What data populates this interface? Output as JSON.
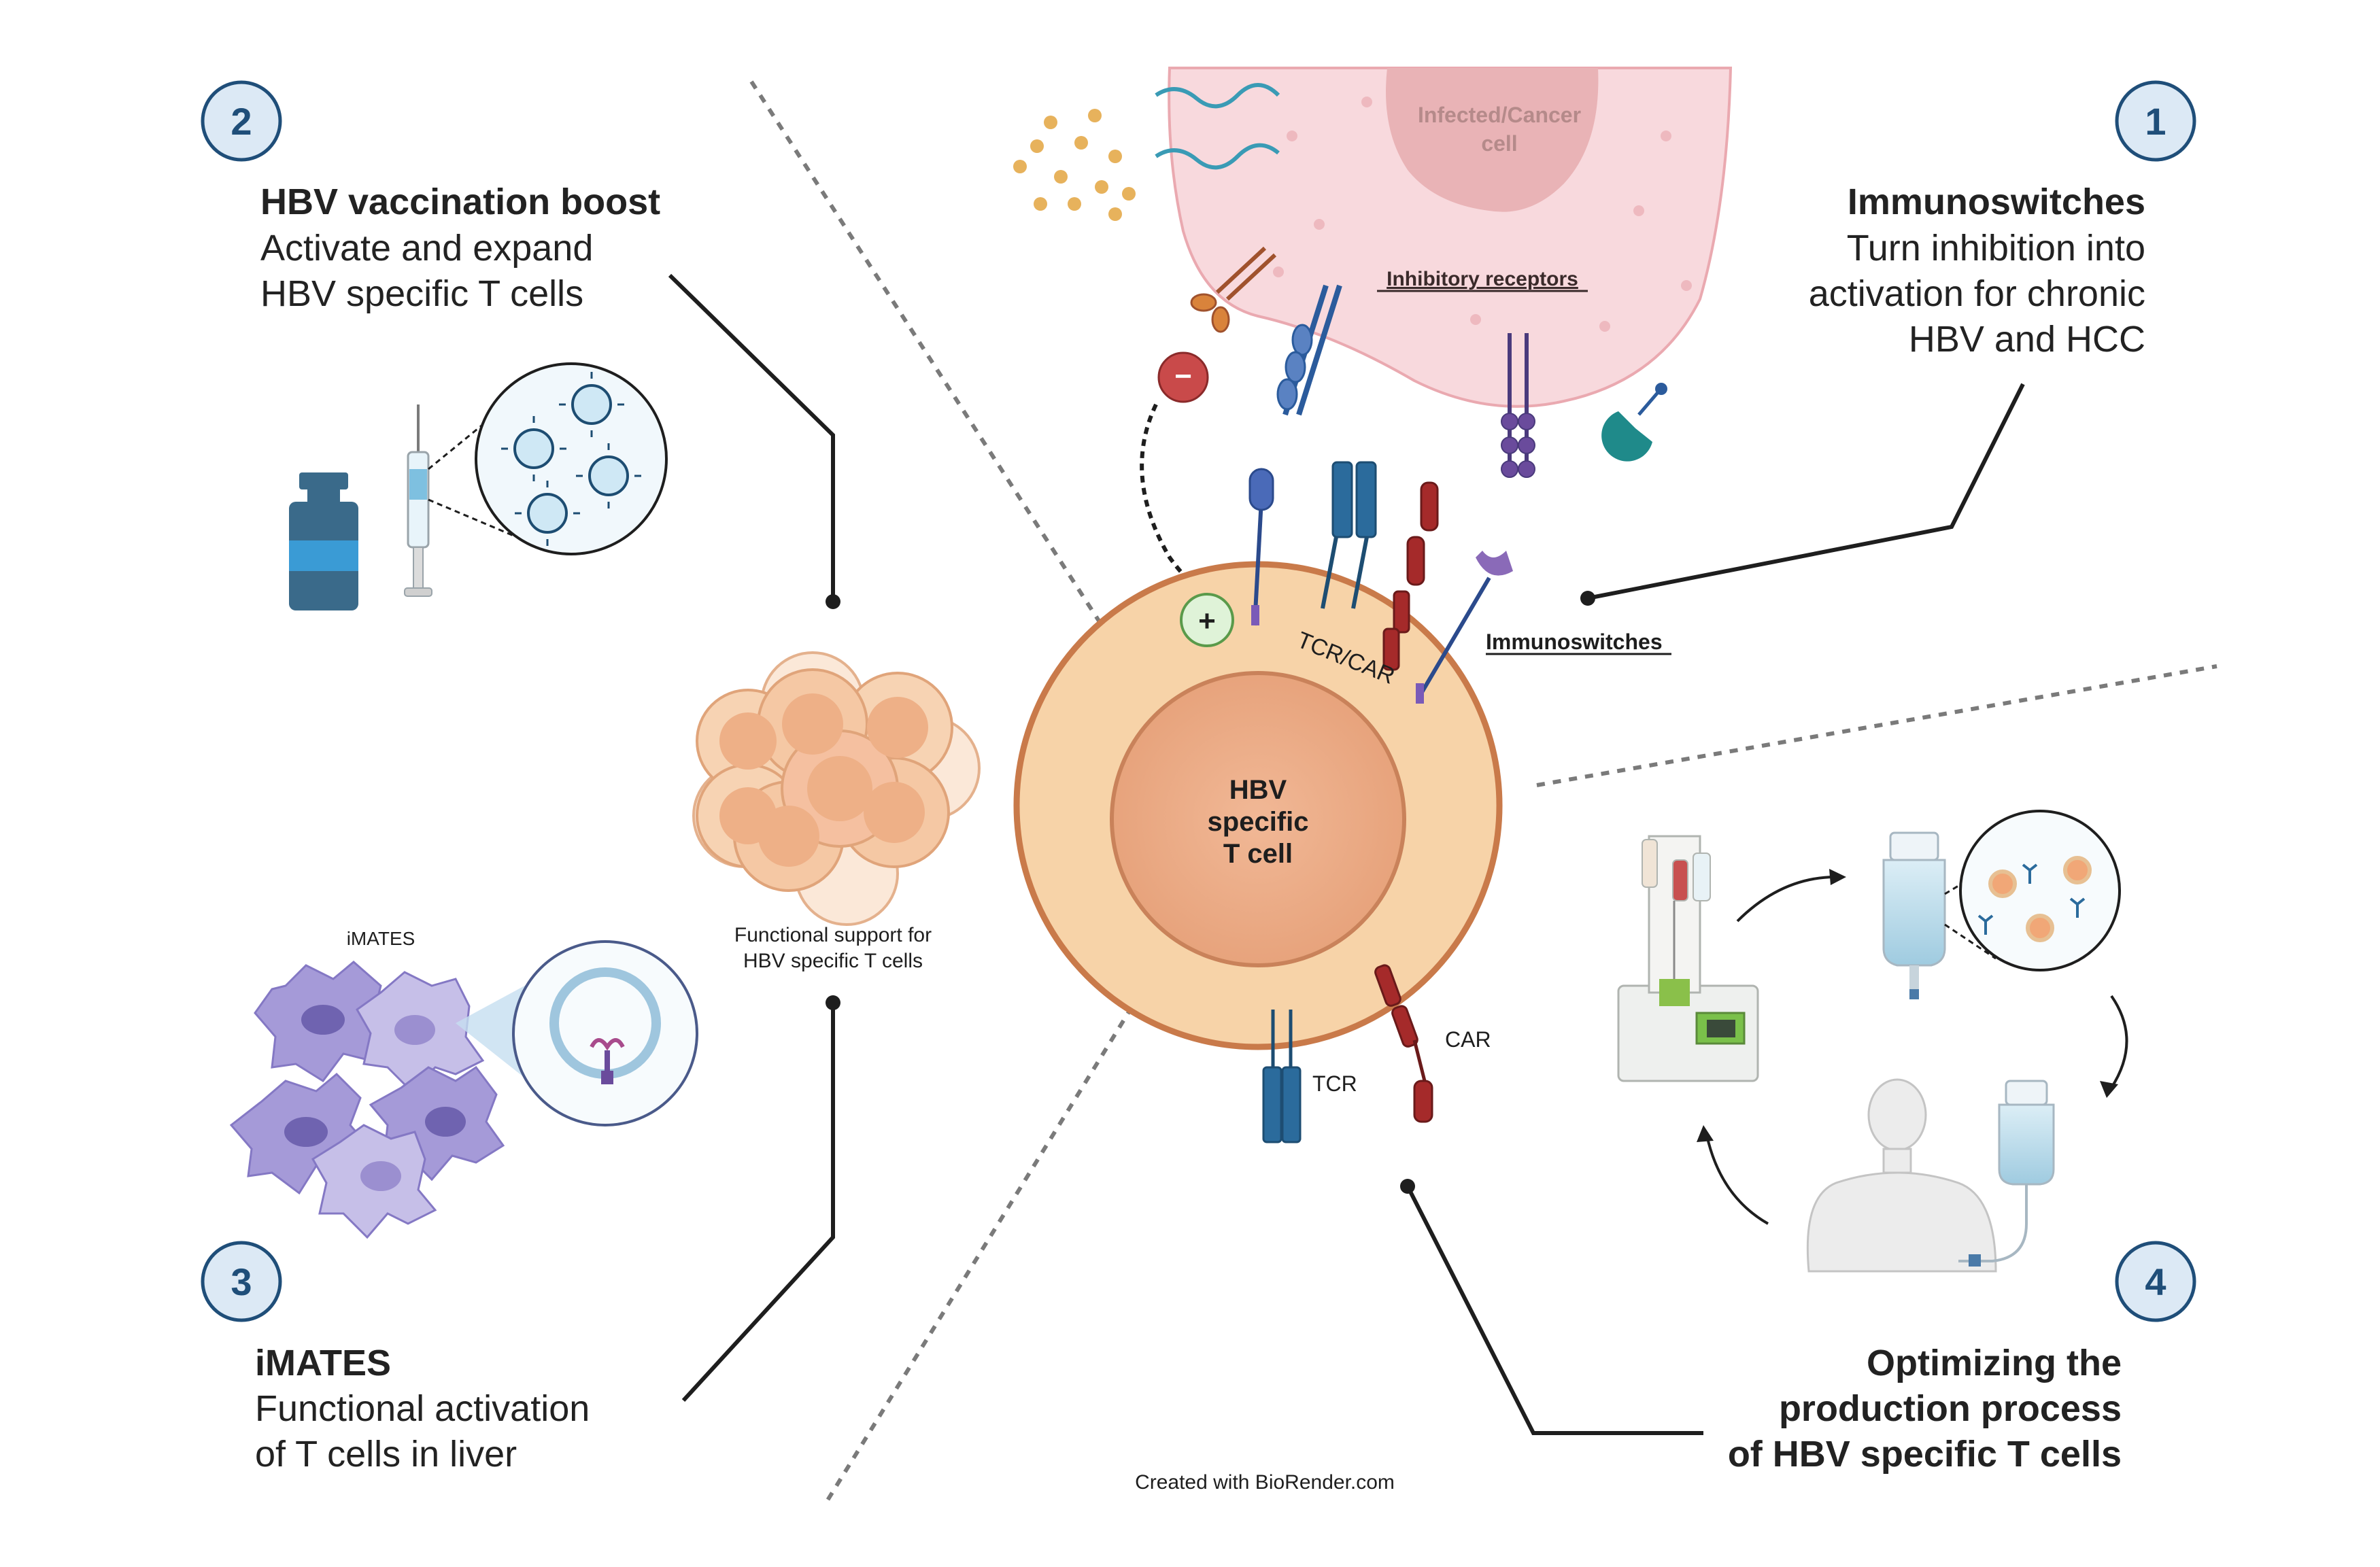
{
  "sections": [
    {
      "number": "1",
      "title": "Immunoswitches",
      "lines": [
        "Turn inhibition into",
        "activation for chronic",
        "HBV and HCC"
      ]
    },
    {
      "number": "2",
      "title": "HBV vaccination boost",
      "lines": [
        "Activate and expand",
        "HBV specific T cells"
      ]
    },
    {
      "number": "3",
      "title": "iMATES",
      "lines": [
        "Functional activation",
        "of T cells in liver"
      ]
    },
    {
      "number": "4",
      "title_lines": [
        "Optimizing the",
        "production process",
        "of HBV specific T cells"
      ]
    }
  ],
  "labels": {
    "infected_cell": [
      "Infected/Cancer",
      "cell"
    ],
    "inhibitory_receptors": "Inhibitory receptors",
    "immunoswitches": "Immunoswitches",
    "tcr_car": "TCR/CAR",
    "tcr": "TCR",
    "car": "CAR",
    "center_cell": [
      "HBV",
      "specific",
      "T cell"
    ],
    "functional_support": [
      "Functional support for",
      "HBV specific T cells"
    ],
    "imates": "iMATES",
    "plus": "+",
    "minus": "−",
    "credit": "Created with BioRender.com"
  },
  "colors": {
    "badge_fill": "#dce9f5",
    "badge_stroke": "#1f4e79",
    "title_text": "#222222",
    "tcell_outer": "#f7d3a8",
    "tcell_border": "#c97a4a",
    "tcell_nucleus": "#eeb087",
    "infected_cell": "#f8d9dd",
    "infected_nucleus": "#e9b3b6",
    "receptor_blue": "#2b6b9c",
    "receptor_red": "#a52a2a",
    "imates_purple": "#a59ad8"
  }
}
